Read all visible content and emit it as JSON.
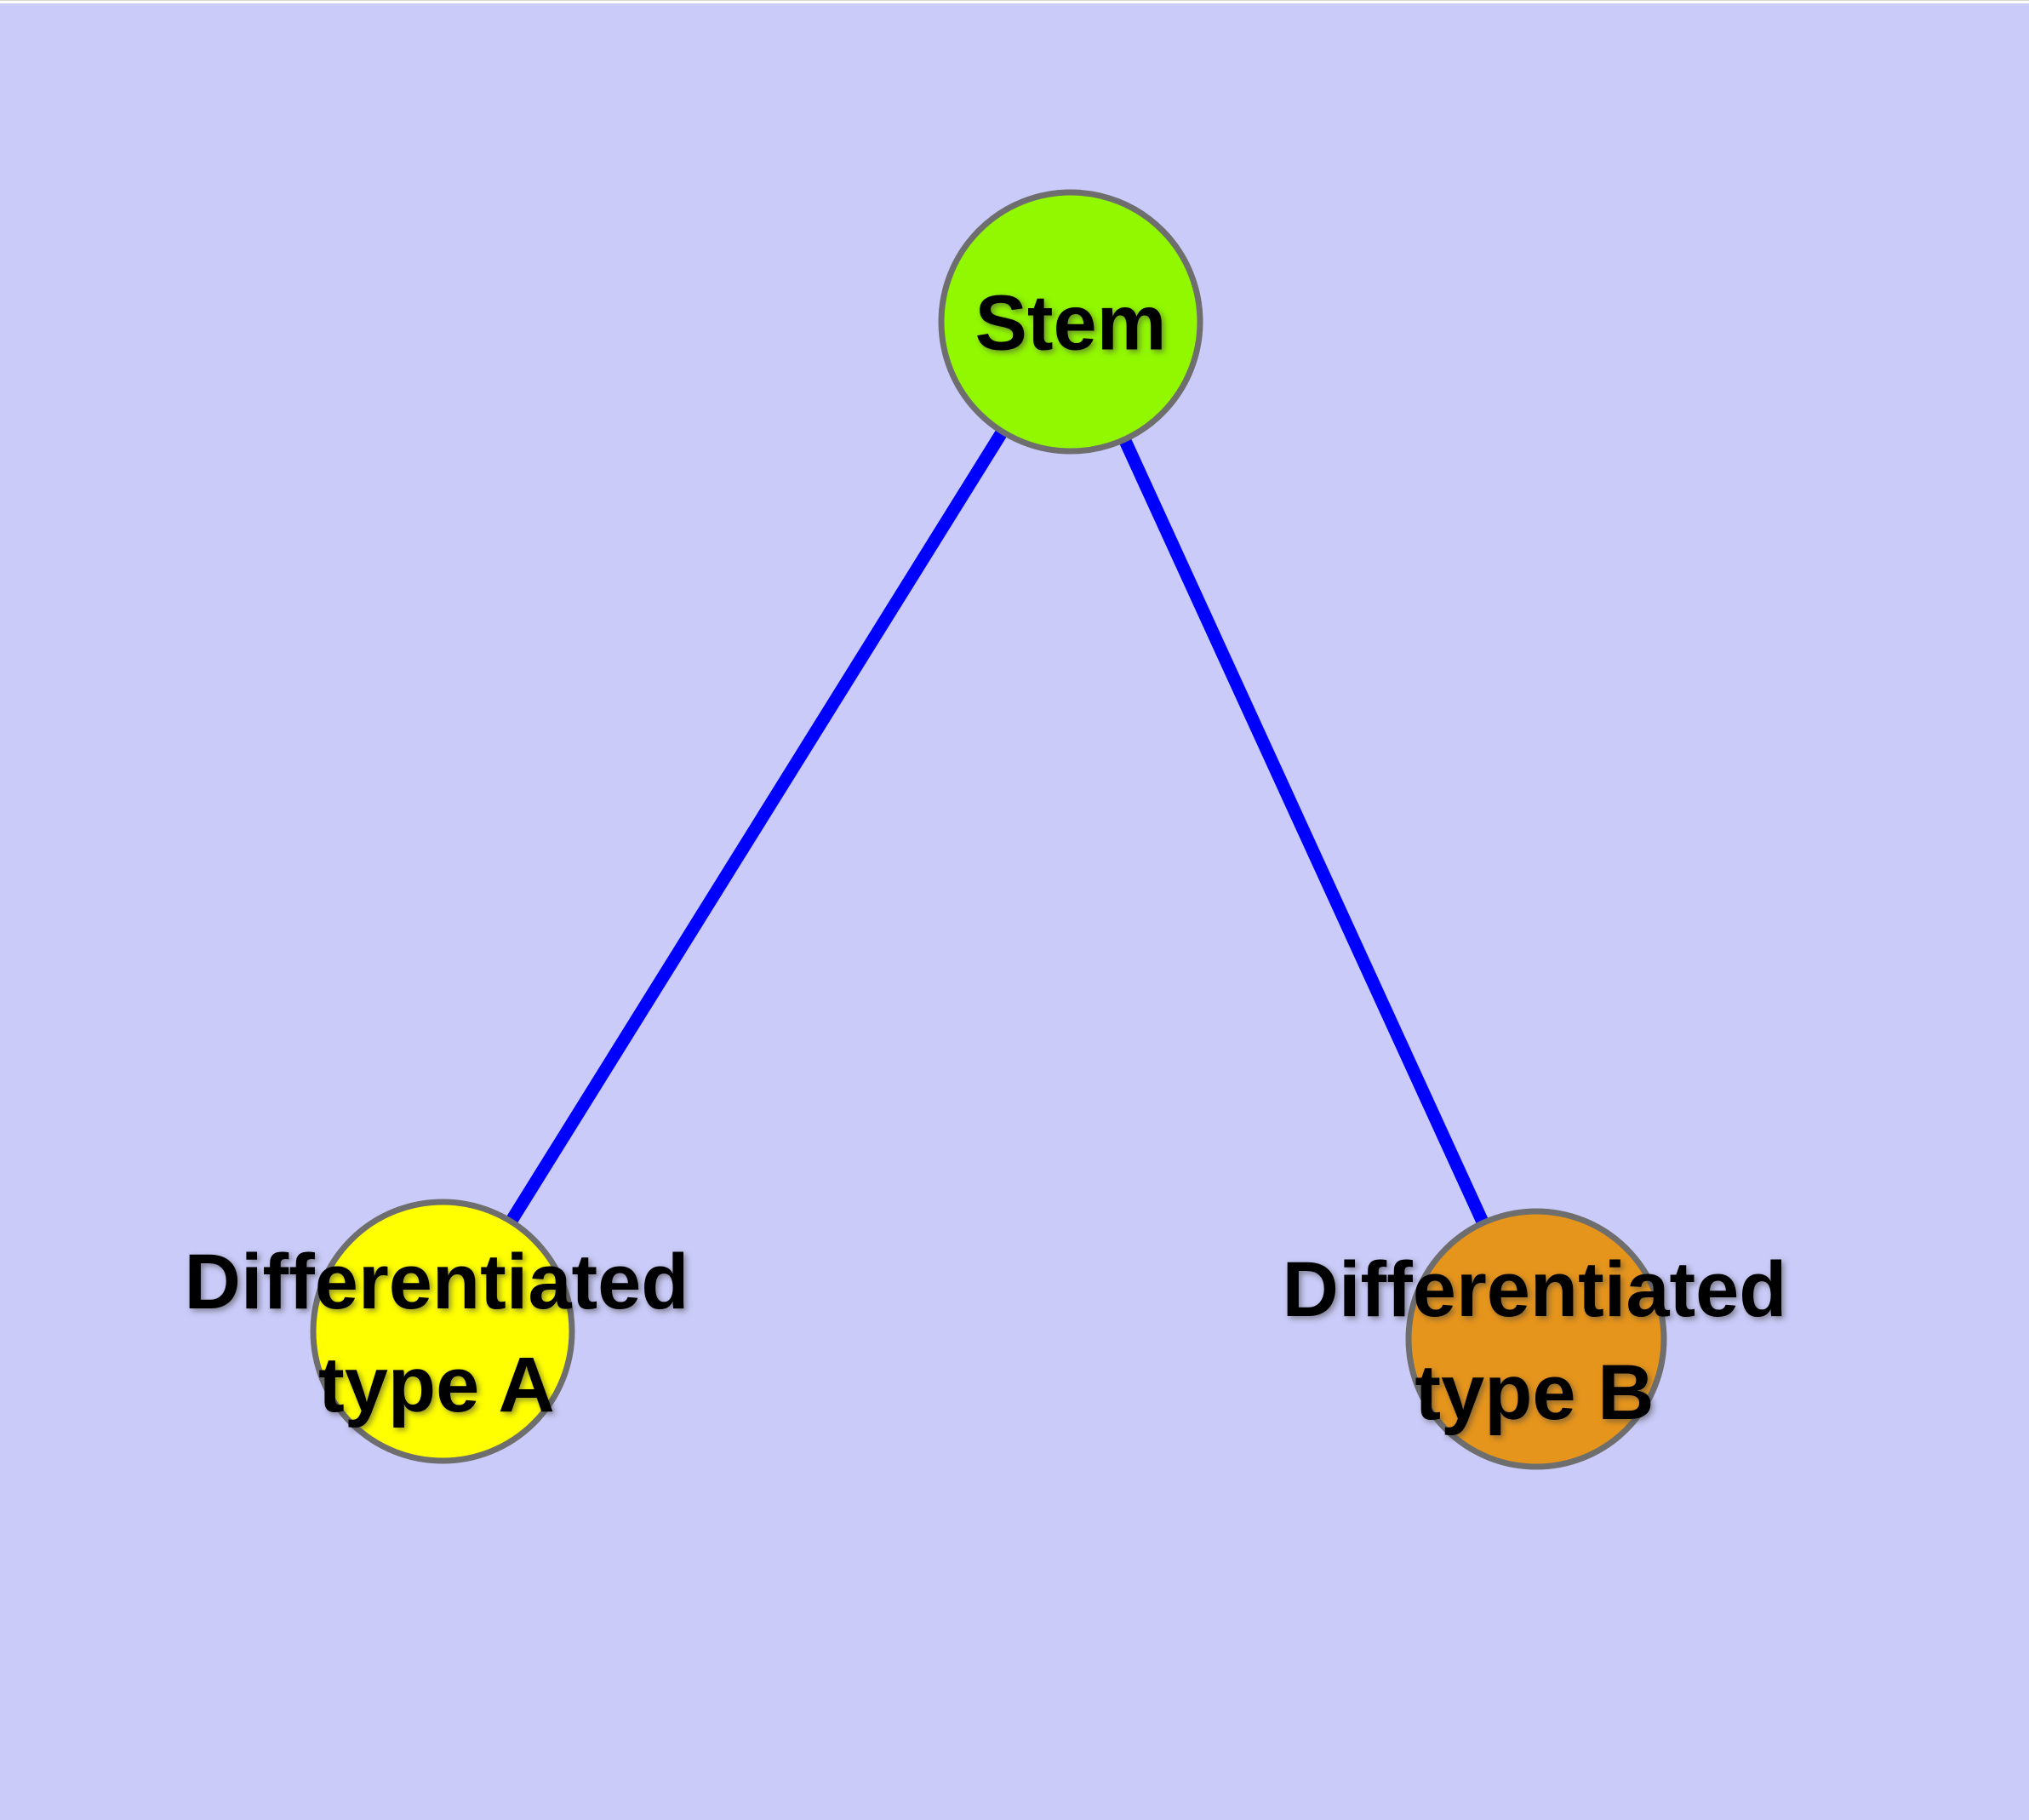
{
  "diagram": {
    "type": "graph",
    "description": "Stem cell differentiation diagram with one parent node connected to two child nodes",
    "background_color": "#CACBF8",
    "top_strip_color": "#FFFFFF",
    "edge_color": "#0000FF",
    "node_border_color": "#6E6E6E",
    "text_color": "#000000",
    "nodes": {
      "stem": {
        "label": "Stem",
        "fill": "#92F800"
      },
      "type_a": {
        "label_line1": "Differentiated",
        "label_line2": "type A",
        "fill": "#FFFF00"
      },
      "type_b": {
        "label_line1": "Differentiated",
        "label_line2": "type B",
        "fill": "#E6951C"
      }
    },
    "edges": [
      {
        "from": "Stem",
        "to": "Differentiated type A"
      },
      {
        "from": "Stem",
        "to": "Differentiated type B"
      }
    ]
  }
}
